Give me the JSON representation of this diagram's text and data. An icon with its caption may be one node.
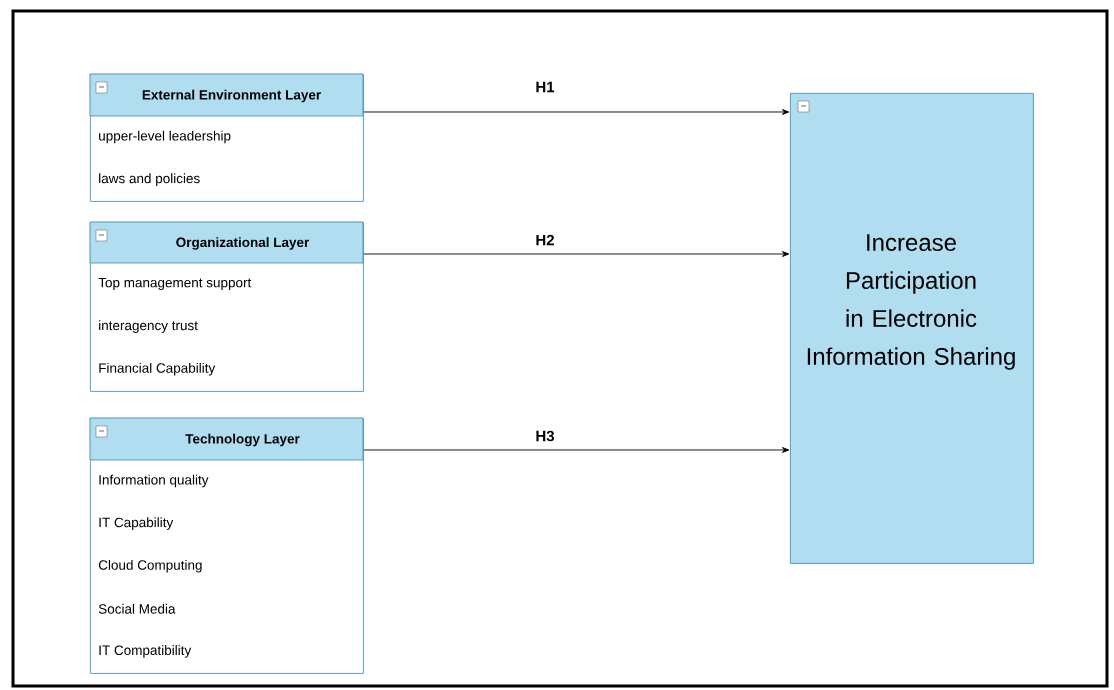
{
  "diagram": {
    "nodes": [
      {
        "text": [
          "External Environment Layer",
          "upper-level leadership",
          "laws and policies"
        ]
      },
      {
        "text": [
          "Organizational Layer",
          "Top management support",
          "interagency trust",
          "Financial Capability"
        ]
      },
      {
        "text": [
          "Technology Layer",
          "Information quality",
          "IT Capability",
          "Cloud Computing",
          "Social Media",
          "IT Compatibility"
        ]
      },
      {
        "text": [
          "Increase Participation in Electronic Information Sharing"
        ]
      }
    ],
    "edges": [
      {
        "from": 0,
        "to": 3,
        "arrow": "to",
        "label": "H1"
      },
      {
        "from": 1,
        "to": 3,
        "arrow": "to",
        "label": "H2"
      },
      {
        "from": 2,
        "to": 3,
        "arrow": "to",
        "label": "H3"
      }
    ]
  }
}
